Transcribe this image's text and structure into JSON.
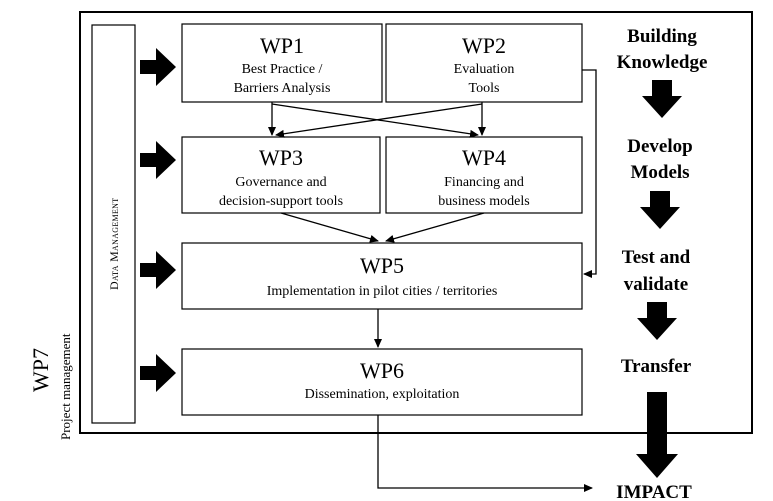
{
  "side": {
    "wp7_label": "WP7",
    "project_management_label": "Project management"
  },
  "data_management": {
    "label": "Data Management"
  },
  "work_packages": {
    "wp1": {
      "title": "WP1",
      "line1": "Best Practice /",
      "line2": "Barriers Analysis"
    },
    "wp2": {
      "title": "WP2",
      "line1": "Evaluation",
      "line2": "Tools"
    },
    "wp3": {
      "title": "WP3",
      "line1": "Governance and",
      "line2": "decision-support tools"
    },
    "wp4": {
      "title": "WP4",
      "line1": "Financing and",
      "line2": "business models"
    },
    "wp5": {
      "title": "WP5",
      "line1": "Implementation in pilot cities / territories"
    },
    "wp6": {
      "title": "WP6",
      "line1": "Dissemination, exploitation"
    }
  },
  "stages": {
    "building_1": "Building",
    "building_2": "Knowledge",
    "develop_1": "Develop",
    "develop_2": "Models",
    "test_1": "Test and",
    "test_2": "validate",
    "transfer": "Transfer",
    "impact": "IMPACT"
  },
  "colors": {
    "stroke": "#000000",
    "background": "#ffffff"
  }
}
